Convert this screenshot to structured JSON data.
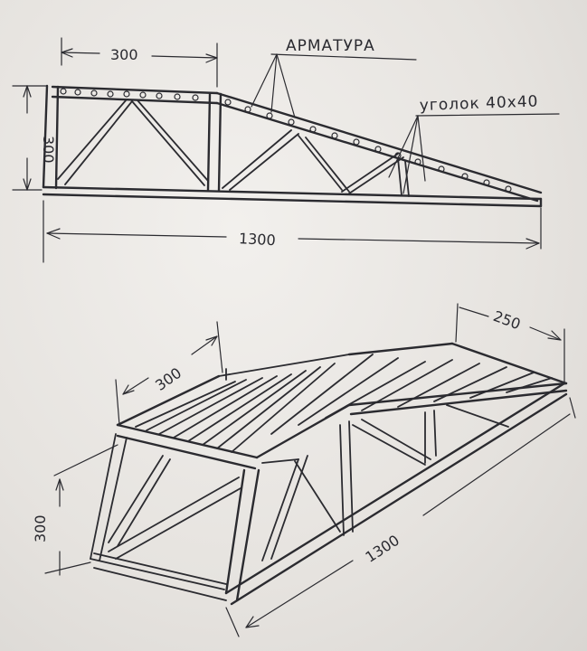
{
  "labels": {
    "rebar": "АРМАТУРА",
    "angle": "уголок 40х40"
  },
  "side_view": {
    "top_length": "300",
    "height": "300",
    "total_length": "1300"
  },
  "iso_view": {
    "top_length": "300",
    "width": "250",
    "height": "300",
    "total_length": "1300"
  }
}
